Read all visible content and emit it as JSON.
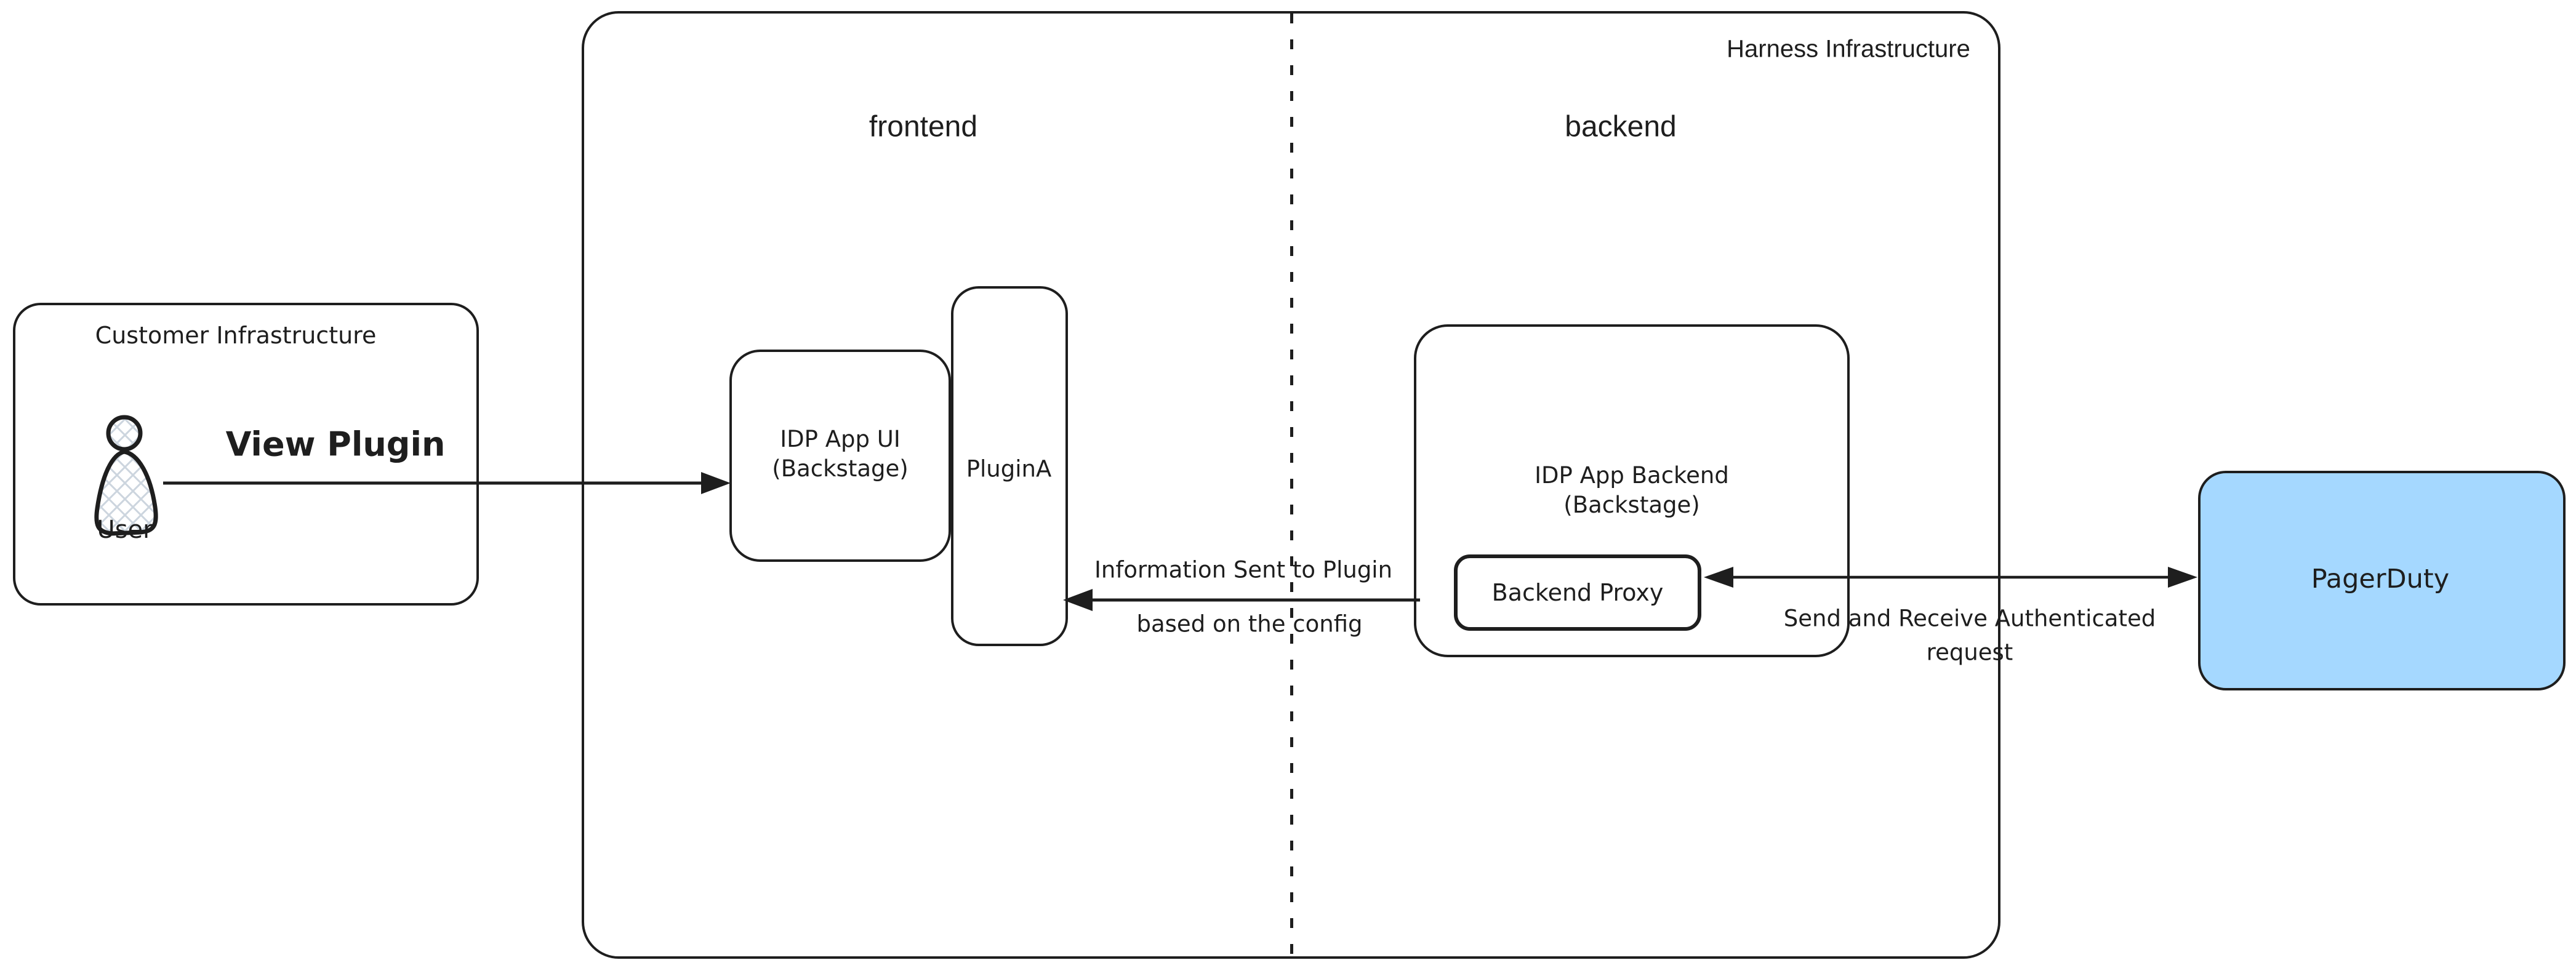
{
  "colors": {
    "stroke": "#1e1e1e",
    "text": "#1e1e1e",
    "pagerduty_fill": "#a5d8ff",
    "hatch": "#ccd5de",
    "background": "#ffffff"
  },
  "containers": {
    "harness": {
      "title": "Harness Infrastructure",
      "frontend_label": "frontend",
      "backend_label": "backend"
    },
    "customer": {
      "title": "Customer Infrastructure"
    }
  },
  "nodes": {
    "user": {
      "label": "User"
    },
    "idp_app_ui": {
      "line1": "IDP App UI",
      "line2": "(Backstage)"
    },
    "plugin_a": {
      "label": "PluginA"
    },
    "idp_app_backend": {
      "line1": "IDP App Backend",
      "line2": "(Backstage)"
    },
    "backend_proxy": {
      "label": "Backend Proxy"
    },
    "pagerduty": {
      "label": "PagerDuty"
    }
  },
  "arrows": {
    "view_plugin": {
      "label": "View Plugin",
      "from": "User",
      "to": "IDP App UI (Backstage)",
      "direction": "right"
    },
    "info_to_plugin": {
      "label_line1": "Information Sent to Plugin",
      "label_line2": "based on the config",
      "from": "IDP App Backend (Backstage)",
      "to": "PluginA",
      "direction": "left"
    },
    "send_receive": {
      "label_line1": "Send and Receive Authenticated",
      "label_line2": "request",
      "from": "Backend Proxy",
      "to": "PagerDuty",
      "direction": "both"
    }
  }
}
